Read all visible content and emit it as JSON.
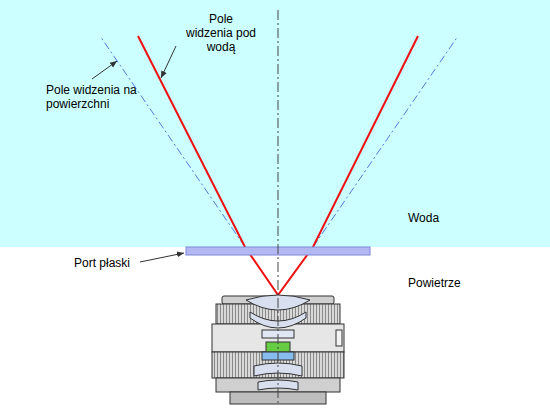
{
  "diagram": {
    "labels": [
      "Pole widzenia pod wodą",
      "Pole widzenia na powierzchni",
      "Woda",
      "Port płaski",
      "Powietrze"
    ]
  }
}
